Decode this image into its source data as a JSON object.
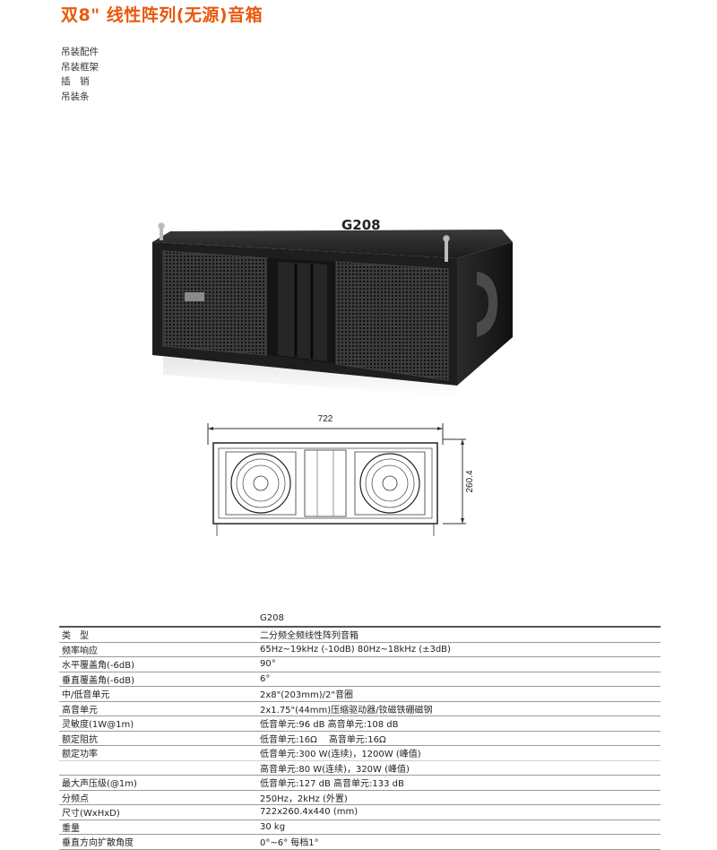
{
  "page": {
    "title": "双8\" 线性阵列(无源)音箱"
  },
  "accessories": [
    "吊装配件",
    "吊装框架",
    "插　销",
    "吊装条"
  ],
  "product": {
    "model_label": "G208"
  },
  "drawing": {
    "width_label": "722",
    "height_label": "260.4"
  },
  "specs": {
    "header": {
      "label": "",
      "value": "G208"
    },
    "rows": [
      {
        "label": "类　型",
        "value": "二分频全频线性阵列音箱"
      },
      {
        "label": "频率响应",
        "value": "65Hz~19kHz (-10dB)  80Hz~18kHz (±3dB)"
      },
      {
        "label": "水平覆盖角(-6dB)",
        "value": "90°"
      },
      {
        "label": "垂直覆盖角(-6dB)",
        "value": "6°"
      },
      {
        "label": "中/低音单元",
        "value": "2x8\"(203mm)/2\"音圈"
      },
      {
        "label": "高音单元",
        "value": "2x1.75\"(44mm)压缩驱动器/钕磁铁硼磁钢"
      },
      {
        "label": "灵敏度(1W@1m)",
        "value": "低音单元:96 dB  高音单元:108 dB"
      },
      {
        "label": "额定阻抗",
        "value": "低音单元:16Ω　 高音单元:16Ω"
      },
      {
        "label": "额定功率",
        "value": "低音单元:300 W(连续)，1200W (峰值)"
      },
      {
        "label": "",
        "value": "高音单元:80 W(连续)，320W (峰值)"
      },
      {
        "label": "最大声压级(@1m)",
        "value": "低音单元:127 dB 高音单元:133 dB"
      },
      {
        "label": "分频点",
        "value": "250Hz，2kHz (外置)"
      },
      {
        "label": "尺寸(WxHxD)",
        "value": "722x260.4x440 (mm)"
      },
      {
        "label": "重量",
        "value": "30 kg"
      },
      {
        "label": "垂直方向扩散角度",
        "value": "0°~6° 每档1°"
      }
    ]
  }
}
